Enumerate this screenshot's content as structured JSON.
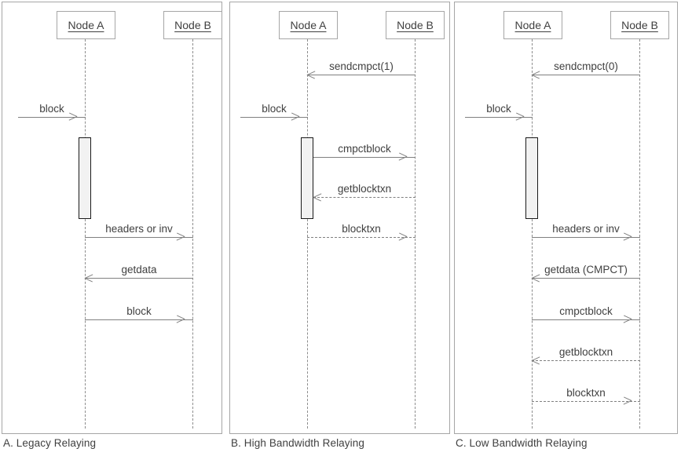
{
  "figure": {
    "kind": "uml-sequence-diagram-set",
    "panel_count": 3,
    "actor_labels": {
      "a": "Node A",
      "b": "Node B"
    }
  },
  "panels": [
    {
      "id": "a",
      "caption": "A. Legacy Relaying",
      "actors": {
        "left": "Node A",
        "right": "Node B"
      },
      "messages": [
        {
          "label": "block",
          "from": "external",
          "to": "Node A",
          "style": "solid",
          "direction": "right"
        },
        {
          "label": "headers or inv",
          "from": "Node A",
          "to": "Node B",
          "style": "solid",
          "direction": "right"
        },
        {
          "label": "getdata",
          "from": "Node B",
          "to": "Node A",
          "style": "solid",
          "direction": "left"
        },
        {
          "label": "block",
          "from": "Node A",
          "to": "Node B",
          "style": "solid",
          "direction": "right"
        }
      ]
    },
    {
      "id": "b",
      "caption": "B. High Bandwidth Relaying",
      "actors": {
        "left": "Node A",
        "right": "Node B"
      },
      "messages": [
        {
          "label": "sendcmpct(1)",
          "from": "Node B",
          "to": "Node A",
          "style": "solid",
          "direction": "left"
        },
        {
          "label": "block",
          "from": "external",
          "to": "Node A",
          "style": "solid",
          "direction": "right"
        },
        {
          "label": "cmpctblock",
          "from": "Node A",
          "to": "Node B",
          "style": "solid",
          "direction": "right"
        },
        {
          "label": "getblocktxn",
          "from": "Node B",
          "to": "Node A",
          "style": "dashed",
          "direction": "left"
        },
        {
          "label": "blocktxn",
          "from": "Node A",
          "to": "Node B",
          "style": "dashed",
          "direction": "right"
        }
      ]
    },
    {
      "id": "c",
      "caption": "C. Low Bandwidth Relaying",
      "actors": {
        "left": "Node A",
        "right": "Node B"
      },
      "messages": [
        {
          "label": "sendcmpct(0)",
          "from": "Node B",
          "to": "Node A",
          "style": "solid",
          "direction": "left"
        },
        {
          "label": "block",
          "from": "external",
          "to": "Node A",
          "style": "solid",
          "direction": "right"
        },
        {
          "label": "headers or inv",
          "from": "Node A",
          "to": "Node B",
          "style": "solid",
          "direction": "right"
        },
        {
          "label": "getdata (CMPCT)",
          "from": "Node B",
          "to": "Node A",
          "style": "solid",
          "direction": "left"
        },
        {
          "label": "cmpctblock",
          "from": "Node A",
          "to": "Node B",
          "style": "solid",
          "direction": "right"
        },
        {
          "label": "getblocktxn",
          "from": "Node B",
          "to": "Node A",
          "style": "dashed",
          "direction": "left"
        },
        {
          "label": "blocktxn",
          "from": "Node A",
          "to": "Node B",
          "style": "dashed",
          "direction": "right"
        }
      ]
    }
  ],
  "colors": {
    "panel_border": "#a6a6a6",
    "lifeline": "#8c8c8c",
    "message_line": "#808080",
    "activation_fill": "#f2f2f2",
    "activation_border": "#1a1a1a",
    "text": "#404040",
    "background": "#ffffff"
  }
}
